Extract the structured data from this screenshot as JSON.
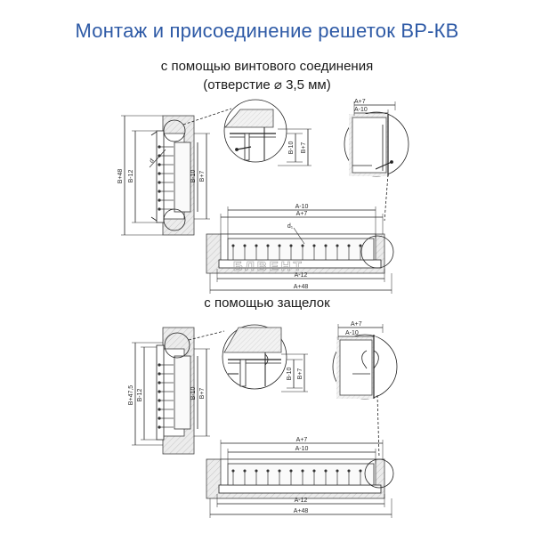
{
  "title": "Монтаж и присоединение решеток ВР-КВ",
  "subtitle_screw_line1": "с помощью винтового соединения",
  "subtitle_screw_line2": "(отверстие  ⌀ 3,5 мм)",
  "subtitle_clips": "с помощью защелок",
  "logo_text": "БЛВЕНТ",
  "dims": {
    "a10": "A-10",
    "a7": "A+7",
    "a12": "A-12",
    "a48": "A+48",
    "b10": "B-10",
    "b7": "B+7",
    "b12": "B-12",
    "b48": "B+48",
    "b475": "B+47,5",
    "d": "d",
    "d1": "d₁"
  }
}
